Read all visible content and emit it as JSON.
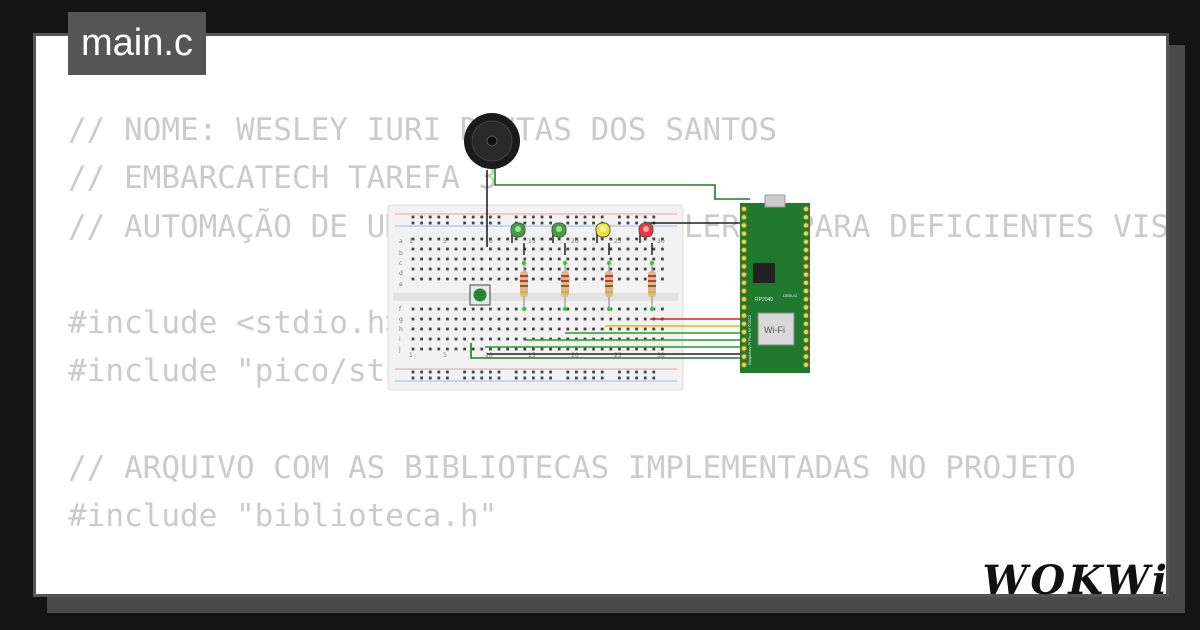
{
  "tab": {
    "filename": "main.c"
  },
  "code_lines": [
    "// NOME: WESLEY IURI DANTAS DOS SANTOS",
    "// EMBARCATECH TAREFA 3",
    "// AUTOMAÇÃO DE UM SEMÁFORO COM ALERTA PARA DEFICIENTES VISUAIS",
    "",
    "#include <stdio.h>",
    "#include \"pico/stdlib.h\"",
    "",
    "// ARQUIVO COM AS BIBLIOTECAS IMPLEMENTADAS NO PROJETO",
    "#include \"biblioteca.h\"",
    "",
    "#"
  ],
  "breadboard": {
    "row_letters_top": [
      "a",
      "b",
      "c",
      "d",
      "e"
    ],
    "row_letters_bottom": [
      "f",
      "g",
      "h",
      "i",
      "j"
    ],
    "column_numbers": [
      "1",
      "5",
      "10",
      "15",
      "20",
      "25",
      "30"
    ]
  },
  "pico_board": {
    "module_label": "Wi-Fi",
    "chip_label": "RP2040",
    "debug_label": "DEBUG",
    "side_label": "Raspberry Pi Pico W ©2022"
  },
  "leds": [
    {
      "color": "#3aa63a"
    },
    {
      "color": "#3aa63a"
    },
    {
      "color": "#f2e33a"
    },
    {
      "color": "#e83a3a"
    }
  ],
  "logo": {
    "text": "WOKWi"
  },
  "colors": {
    "background": "#141414",
    "tab": "#555555",
    "code_text": "#cbcbcb",
    "pico_green": "#1f7a2e"
  }
}
